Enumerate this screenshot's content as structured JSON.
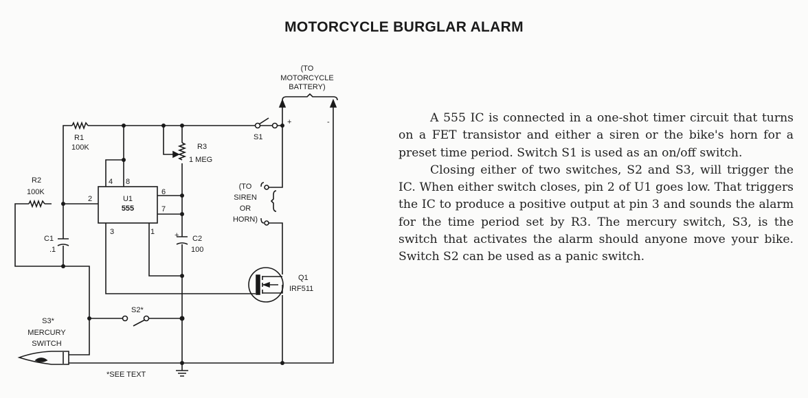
{
  "title": "MOTORCYCLE BURGLAR ALARM",
  "schematic": {
    "battery_label": [
      "(TO",
      "MOTORCYCLE",
      "BATTERY)"
    ],
    "plus": "+",
    "minus": "-",
    "r1": {
      "name": "R1",
      "value": "100K"
    },
    "r2": {
      "name": "R2",
      "value": "100K"
    },
    "r3": {
      "name": "R3",
      "value": "1 MEG"
    },
    "s1": "S1",
    "u1": {
      "name": "U1",
      "value": "555"
    },
    "pins": {
      "p2": "2",
      "p4": "4",
      "p8": "8",
      "p6": "6",
      "p7": "7",
      "p3": "3",
      "p1": "1"
    },
    "c1": {
      "name": "C1",
      "value": ".1"
    },
    "c2": {
      "name": "C2",
      "value": "100",
      "polarity": "+"
    },
    "siren_label": [
      "(TO",
      "SIREN",
      "OR",
      "HORN)"
    ],
    "q1": {
      "name": "Q1",
      "value": "IRF511"
    },
    "s2": "S2*",
    "s3": [
      "S3*",
      "MERCURY",
      "SWITCH"
    ],
    "note": "*SEE TEXT"
  },
  "description": [
    "A 555 IC is connected in a one-shot timer circuit that turns on a FET transistor and either a siren or the bike's horn for a preset time period. Switch S1 is used as an on/off switch.",
    "Closing either of two switches, S2 and S3, will trigger the IC. When either switch closes, pin 2 of U1 goes low. That triggers the IC to produce a positive output at pin 3 and sounds the alarm for the time period set by R3. The mercury switch, S3, is the switch that activates the alarm should anyone move your bike. Switch S2 can be used as a panic switch."
  ]
}
